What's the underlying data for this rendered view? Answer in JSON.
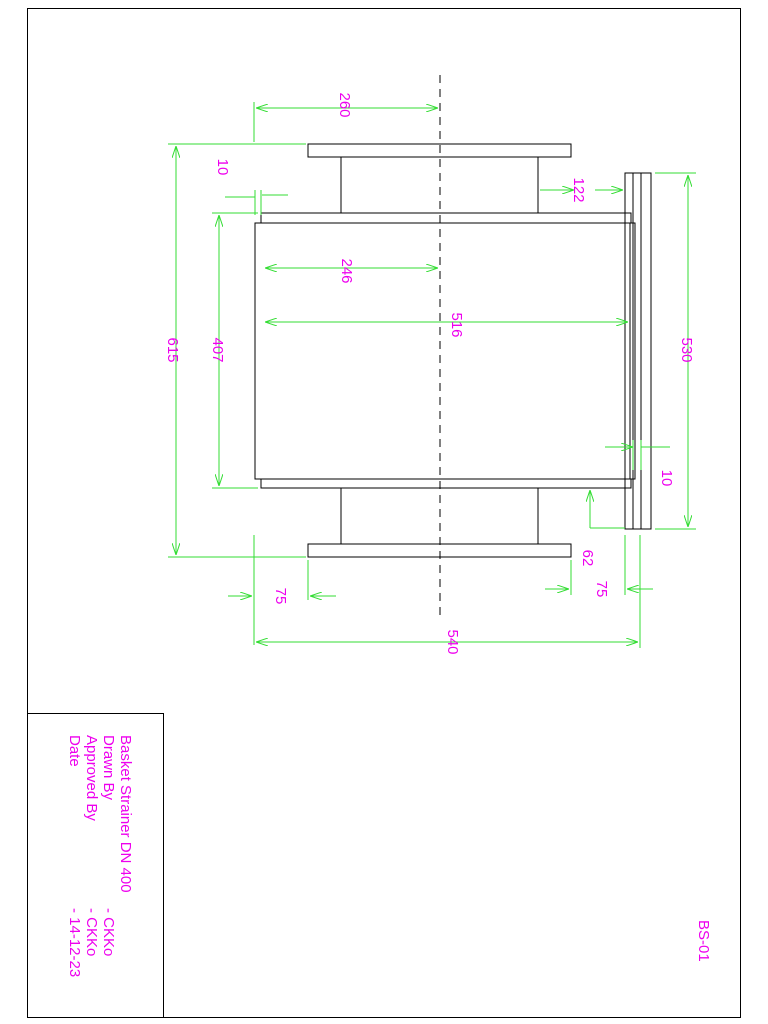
{
  "colors": {
    "outline": "#000000",
    "dimension": "#33dd33",
    "text": "#ee00ee"
  },
  "dimensions": {
    "d260": "260",
    "d10_top": "10",
    "d122": "122",
    "d246": "246",
    "d516": "516",
    "d615": "615",
    "d407": "407",
    "d530": "530",
    "d10_right": "10",
    "d62": "62",
    "d75_left": "75",
    "d75_right": "75",
    "d540": "540"
  },
  "title_block": {
    "title": "Basket Strainer DN 400",
    "drawn_by_label": "Drawn By",
    "drawn_by_value": "- CKKo",
    "approved_by_label": "Approved By",
    "approved_by_value": "- CKKo",
    "date_label": "Date",
    "date_value": "- 14-12-23"
  },
  "drawing_number": "BS-01"
}
